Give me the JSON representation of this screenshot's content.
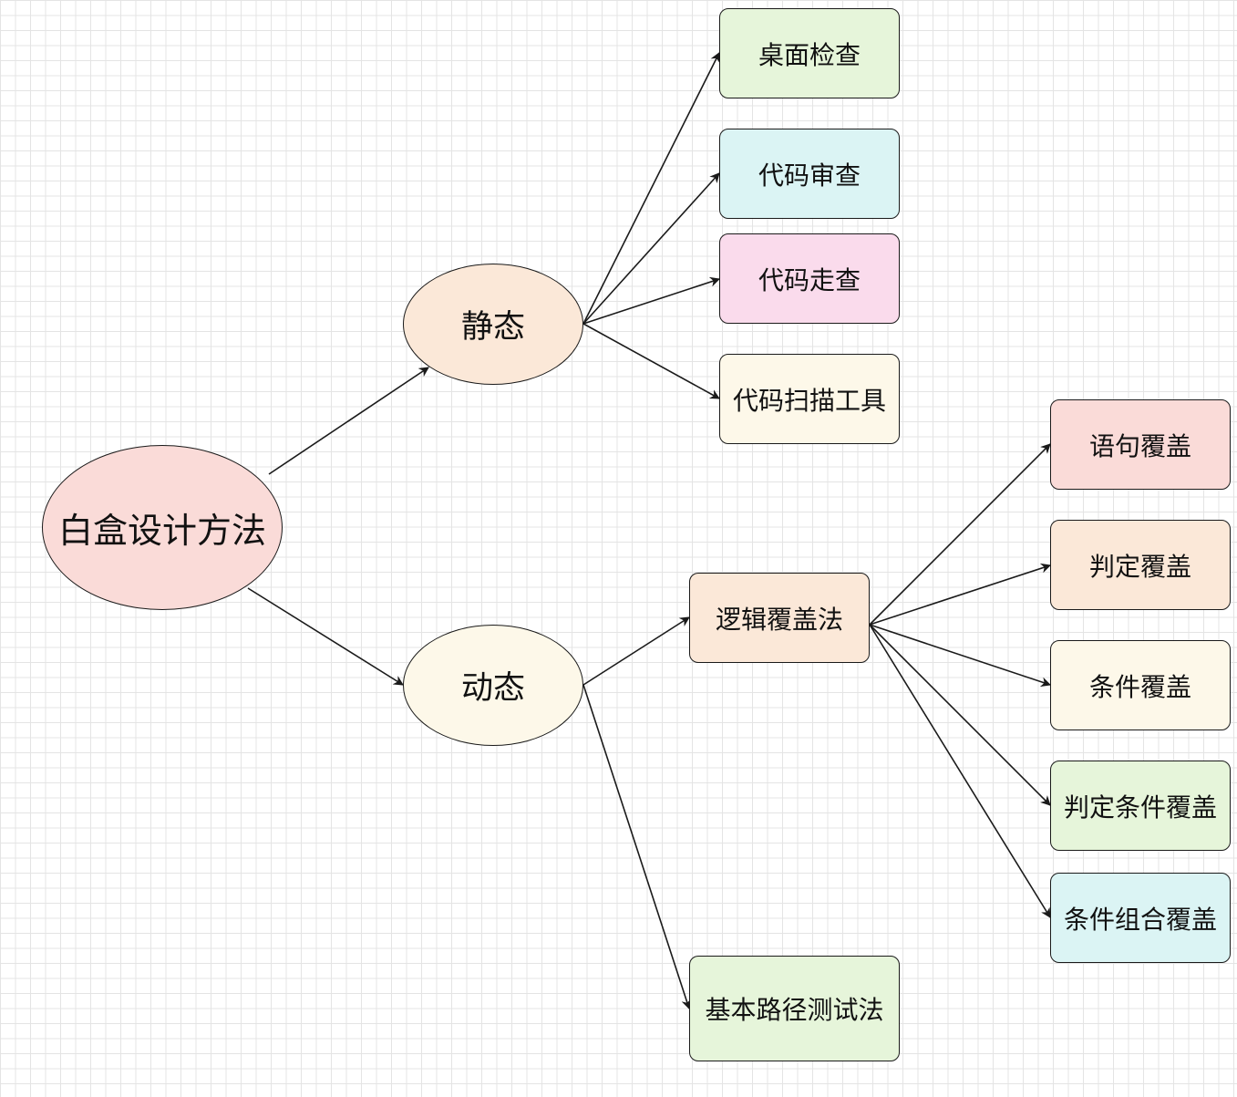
{
  "nodes": {
    "root": {
      "label": "白盒设计方法",
      "fill": "#fadbd8"
    },
    "static": {
      "label": "静态",
      "fill": "#fbe8d8"
    },
    "dynamic": {
      "label": "动态",
      "fill": "#fdf8e9"
    },
    "desk_check": {
      "label": "桌面检查",
      "fill": "#e6f5da"
    },
    "code_review": {
      "label": "代码审查",
      "fill": "#dbf4f4"
    },
    "code_walkthrough": {
      "label": "代码走查",
      "fill": "#fadbec"
    },
    "code_scan_tool": {
      "label": "代码扫描工具",
      "fill": "#fdf8e9"
    },
    "logic_coverage": {
      "label": "逻辑覆盖法",
      "fill": "#fbe8d8"
    },
    "basis_path": {
      "label": "基本路径测试法",
      "fill": "#e6f5da"
    },
    "statement_coverage": {
      "label": "语句覆盖",
      "fill": "#fadbd8"
    },
    "decision_coverage": {
      "label": "判定覆盖",
      "fill": "#fbe8d8"
    },
    "condition_coverage": {
      "label": "条件覆盖",
      "fill": "#fdf8e9"
    },
    "decision_condition_coverage": {
      "label": "判定条件覆盖",
      "fill": "#e6f5da"
    },
    "multiple_condition_coverage": {
      "label": "条件组合覆盖",
      "fill": "#dbf4f4"
    }
  },
  "edges": [
    {
      "from": "root",
      "to": "static"
    },
    {
      "from": "root",
      "to": "dynamic"
    },
    {
      "from": "static",
      "to": "desk_check"
    },
    {
      "from": "static",
      "to": "code_review"
    },
    {
      "from": "static",
      "to": "code_walkthrough"
    },
    {
      "from": "static",
      "to": "code_scan_tool"
    },
    {
      "from": "dynamic",
      "to": "logic_coverage"
    },
    {
      "from": "dynamic",
      "to": "basis_path"
    },
    {
      "from": "logic_coverage",
      "to": "statement_coverage"
    },
    {
      "from": "logic_coverage",
      "to": "decision_coverage"
    },
    {
      "from": "logic_coverage",
      "to": "condition_coverage"
    },
    {
      "from": "logic_coverage",
      "to": "decision_condition_coverage"
    },
    {
      "from": "logic_coverage",
      "to": "multiple_condition_coverage"
    }
  ],
  "colors": {
    "stroke": "#1a1a1a",
    "grid": "#e4e4e4"
  }
}
